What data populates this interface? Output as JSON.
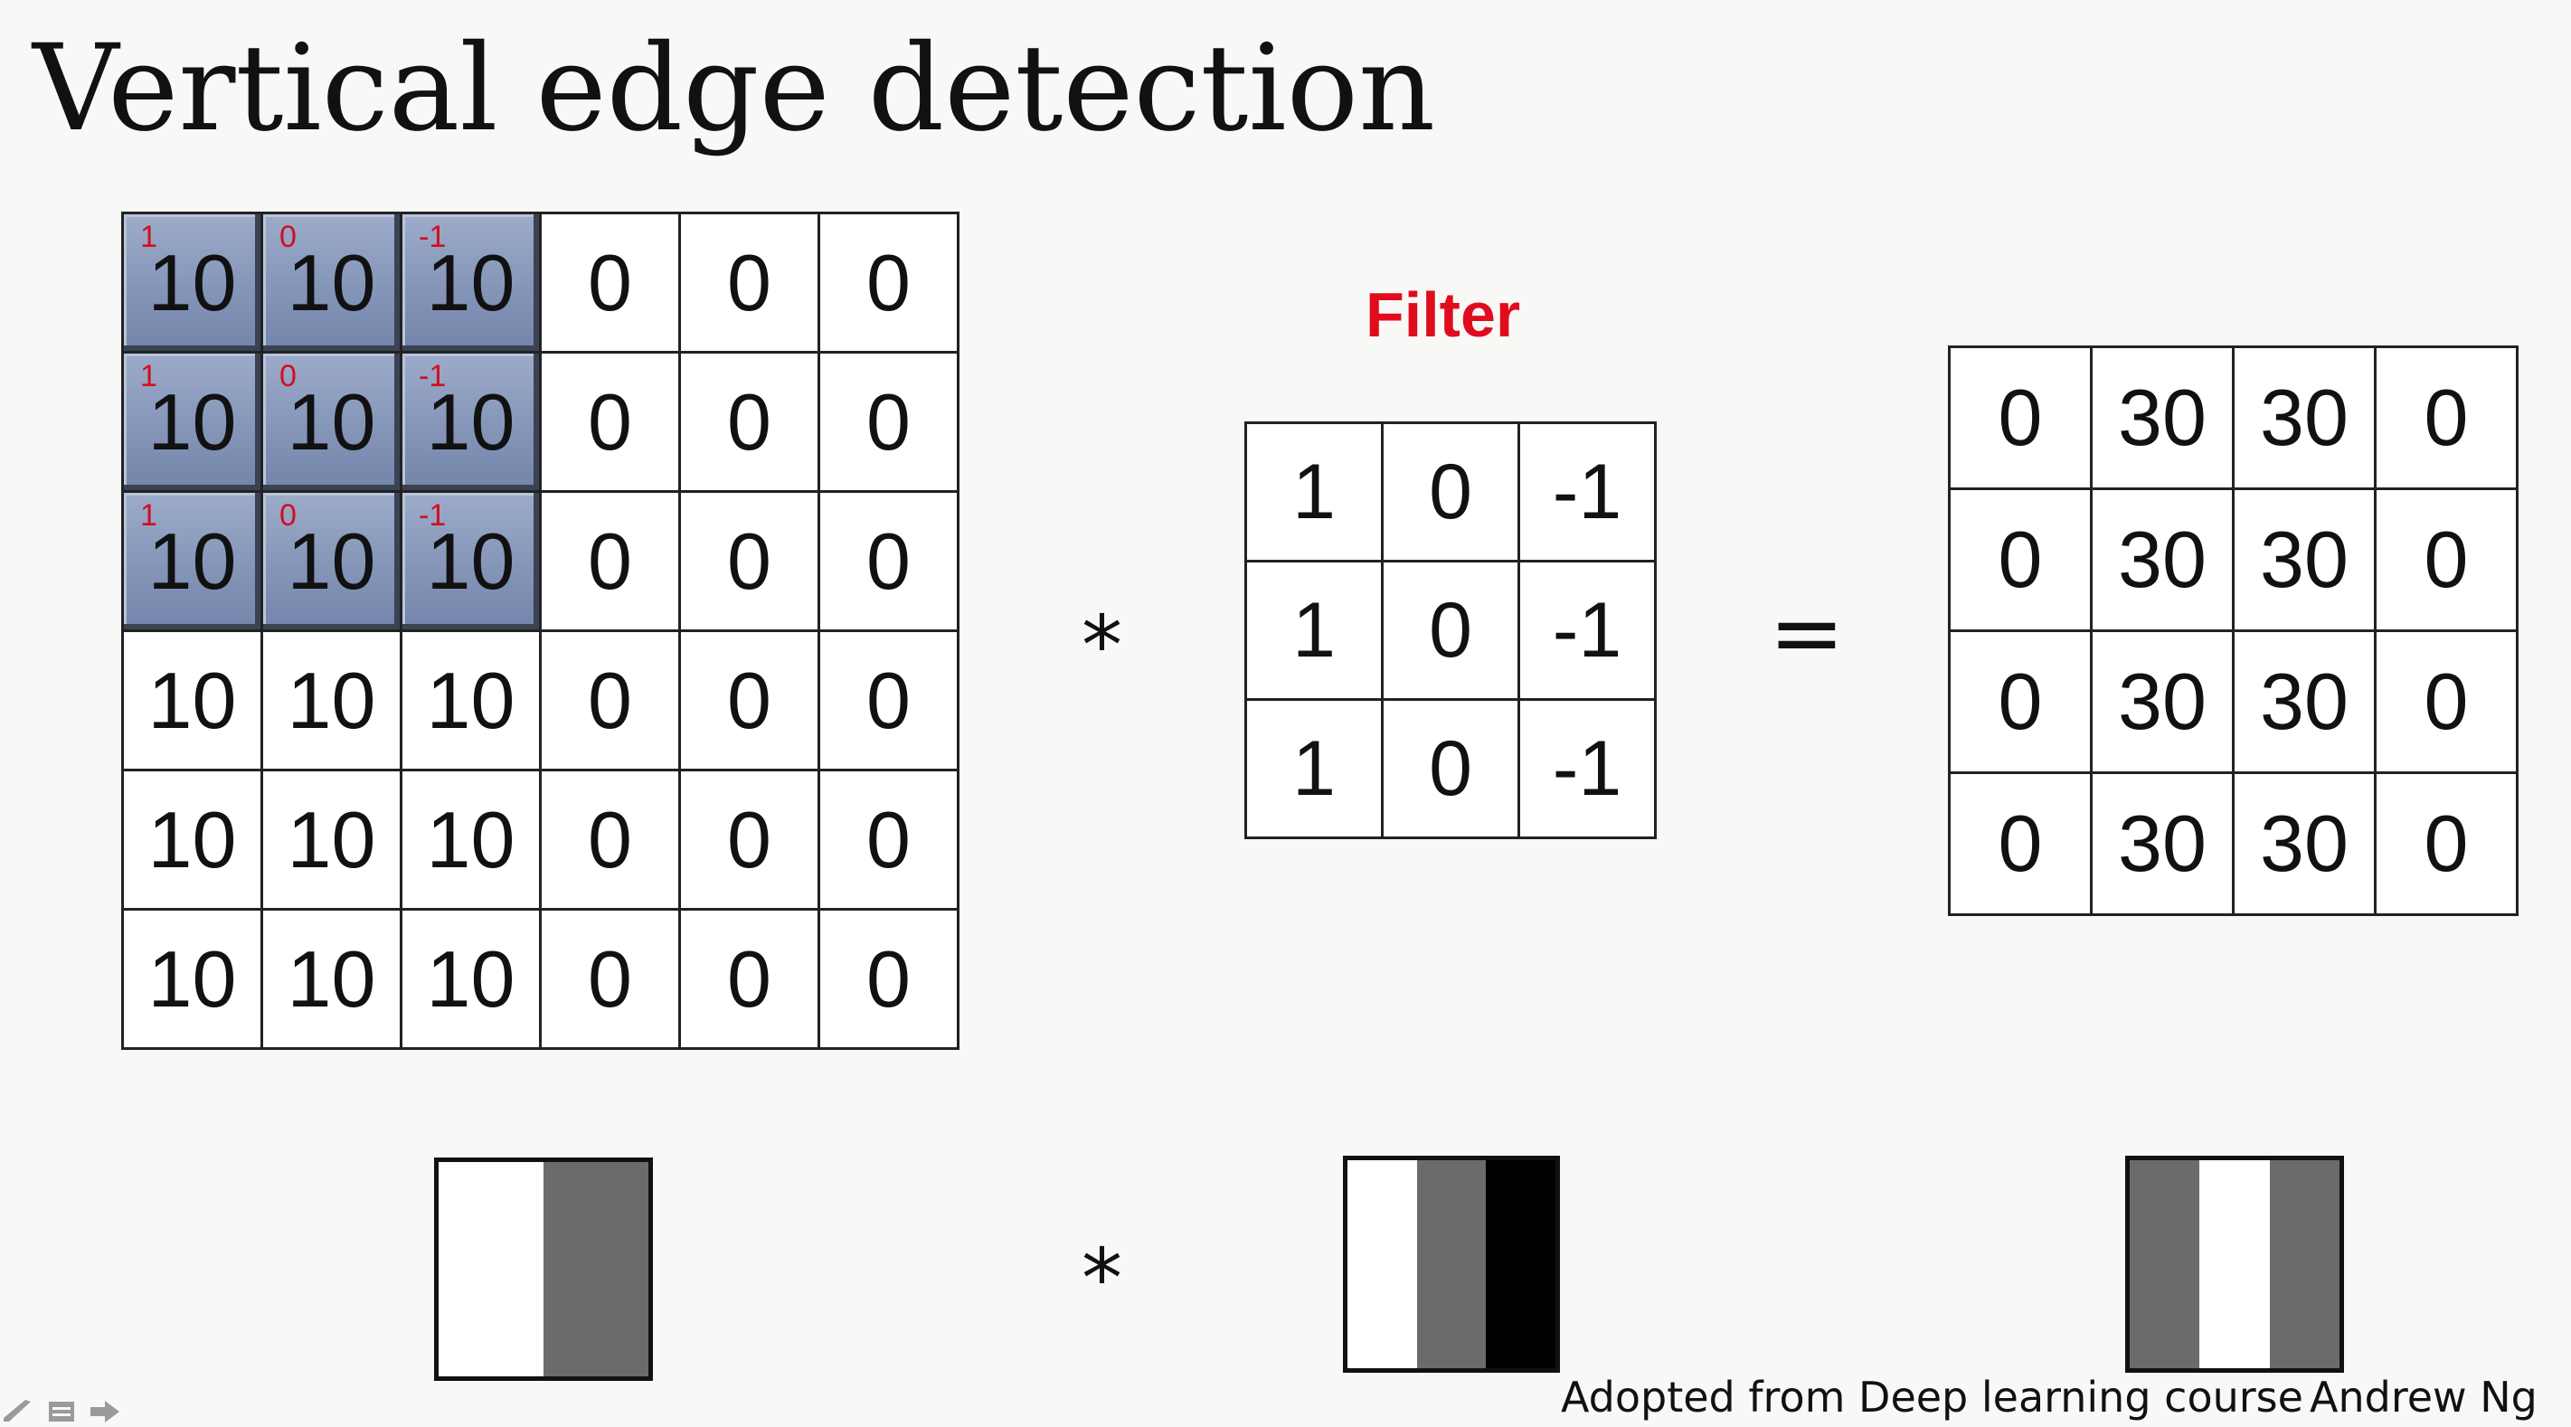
{
  "slide": {
    "title": "Vertical edge detection",
    "filter_label": "Filter",
    "conv_operator": "*",
    "equals_operator": "=",
    "credit_source": "Adopted from Deep learning course",
    "credit_author": "Andrew Ng"
  },
  "input_matrix": {
    "rows": [
      [
        "10",
        "10",
        "10",
        "0",
        "0",
        "0"
      ],
      [
        "10",
        "10",
        "10",
        "0",
        "0",
        "0"
      ],
      [
        "10",
        "10",
        "10",
        "0",
        "0",
        "0"
      ],
      [
        "10",
        "10",
        "10",
        "0",
        "0",
        "0"
      ],
      [
        "10",
        "10",
        "10",
        "0",
        "0",
        "0"
      ],
      [
        "10",
        "10",
        "10",
        "0",
        "0",
        "0"
      ]
    ],
    "highlight_rows": 3,
    "highlight_cols": 3,
    "highlight_fill": "#8495b8",
    "weight_color": "#d0101e"
  },
  "filter_matrix": {
    "rows": [
      [
        "1",
        "0",
        "-1"
      ],
      [
        "1",
        "0",
        "-1"
      ],
      [
        "1",
        "0",
        "-1"
      ]
    ]
  },
  "output_matrix": {
    "rows": [
      [
        "0",
        "30",
        "30",
        "0"
      ],
      [
        "0",
        "30",
        "30",
        "0"
      ],
      [
        "0",
        "30",
        "30",
        "0"
      ],
      [
        "0",
        "30",
        "30",
        "0"
      ]
    ]
  },
  "pictures": {
    "input": [
      "#ffffff",
      "#6b6b6b"
    ],
    "filter": [
      "#ffffff",
      "#6b6b6b",
      "#000000"
    ],
    "output": [
      "#6b6b6b",
      "#ffffff",
      "#6b6b6b"
    ]
  },
  "icons": [
    "pen-icon",
    "menu-icon",
    "arrow-right-icon"
  ]
}
